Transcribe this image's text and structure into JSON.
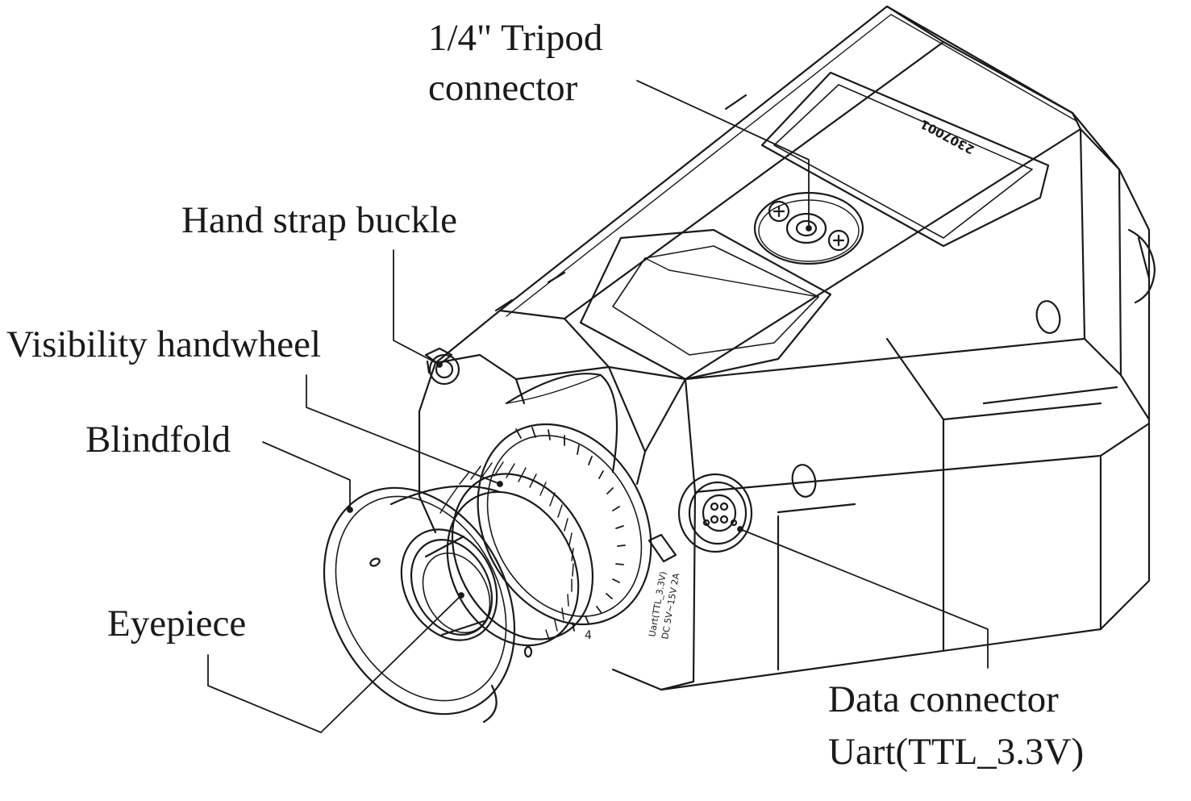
{
  "labels": {
    "tripod_line1": "1/4\" Tripod",
    "tripod_line2": "connector",
    "hand_strap": "Hand strap buckle",
    "visibility": "Visibility handwheel",
    "blindfold": "Blindfold",
    "eyepiece": "Eyepiece",
    "data_line1": "Data connector",
    "data_line2": "Uart(TTL_3.3V)"
  },
  "device": {
    "serial_number": "2307001",
    "side_print_line1": "Uart(TTL_3.3V)",
    "side_print_line2": "DC 5V~15V 2A"
  },
  "colors": {
    "ink": "#1a1a1a",
    "background": "#ffffff"
  }
}
